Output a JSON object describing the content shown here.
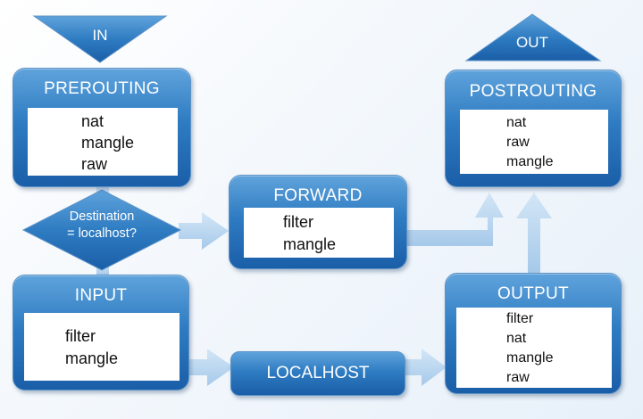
{
  "entry": {
    "label": "IN"
  },
  "exit": {
    "label": "OUT"
  },
  "decision": {
    "line1": "Destination",
    "line2": "= localhost?"
  },
  "chains": {
    "prerouting": {
      "title": "PREROUTING",
      "tables": [
        "nat",
        "mangle",
        "raw"
      ]
    },
    "forward": {
      "title": "FORWARD",
      "tables": [
        "filter",
        "mangle"
      ]
    },
    "postrouting": {
      "title": "POSTROUTING",
      "tables": [
        "nat",
        "raw",
        "mangle"
      ]
    },
    "input": {
      "title": "INPUT",
      "tables": [
        "filter",
        "mangle"
      ]
    },
    "output": {
      "title": "OUTPUT",
      "tables": [
        "filter",
        "nat",
        "mangle",
        "raw"
      ]
    }
  },
  "localhost": {
    "label": "LOCALHOST"
  },
  "colors": {
    "box_top": "#5fa3dc",
    "box_bottom": "#1a5ea8",
    "arrow": "#b3d3ee",
    "text_on_blue": "#ffffff",
    "table_text": "#111111"
  }
}
